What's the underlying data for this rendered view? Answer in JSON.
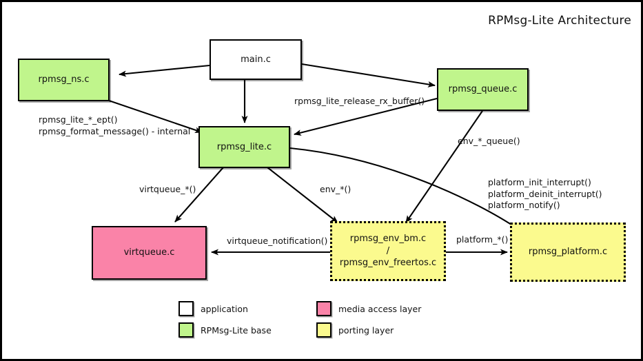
{
  "title": "RPMsg-Lite Architecture",
  "colors": {
    "application": "#ffffff",
    "rpmsg_lite_base": "#c0f58c",
    "media_access_layer": "#fa83a8",
    "porting_layer": "#fbfa8e",
    "stroke": "#000000",
    "background": "#ffffff"
  },
  "nodes": [
    {
      "id": "main",
      "label": "main.c",
      "category": "application"
    },
    {
      "id": "rpmsg_ns",
      "label": "rpmsg_ns.c",
      "category": "rpmsg_lite_base"
    },
    {
      "id": "rpmsg_queue",
      "label": "rpmsg_queue.c",
      "category": "rpmsg_lite_base"
    },
    {
      "id": "rpmsg_lite",
      "label": "rpmsg_lite.c",
      "category": "rpmsg_lite_base"
    },
    {
      "id": "virtqueue",
      "label": "virtqueue.c",
      "category": "media_access_layer"
    },
    {
      "id": "rpmsg_env",
      "label": "rpmsg_env_bm.c\n/\nrpmsg_env_freertos.c",
      "category": "porting_layer"
    },
    {
      "id": "rpmsg_platform",
      "label": "rpmsg_platform.c",
      "category": "porting_layer"
    }
  ],
  "edge_labels": {
    "ns_to_lite": "rpmsg_lite_*_ept()\nrpmsg_format_message() - internal",
    "queue_to_lite": "rpmsg_lite_release_rx_buffer()",
    "queue_to_env": "env_*_queue()",
    "lite_to_virtqueue": "virtqueue_*()",
    "lite_to_env": "env_*()",
    "lite_to_platform": "platform_init_interrupt()\nplatform_deinit_interrupt()\nplatform_notify()",
    "env_to_virtqueue": "virtqueue_notification()",
    "env_to_platform": "platform_*()"
  },
  "legend": [
    {
      "label": "application",
      "color_key": "application"
    },
    {
      "label": "media access layer",
      "color_key": "media_access_layer"
    },
    {
      "label": "RPMsg-Lite base",
      "color_key": "rpmsg_lite_base"
    },
    {
      "label": "porting layer",
      "color_key": "porting_layer"
    }
  ]
}
